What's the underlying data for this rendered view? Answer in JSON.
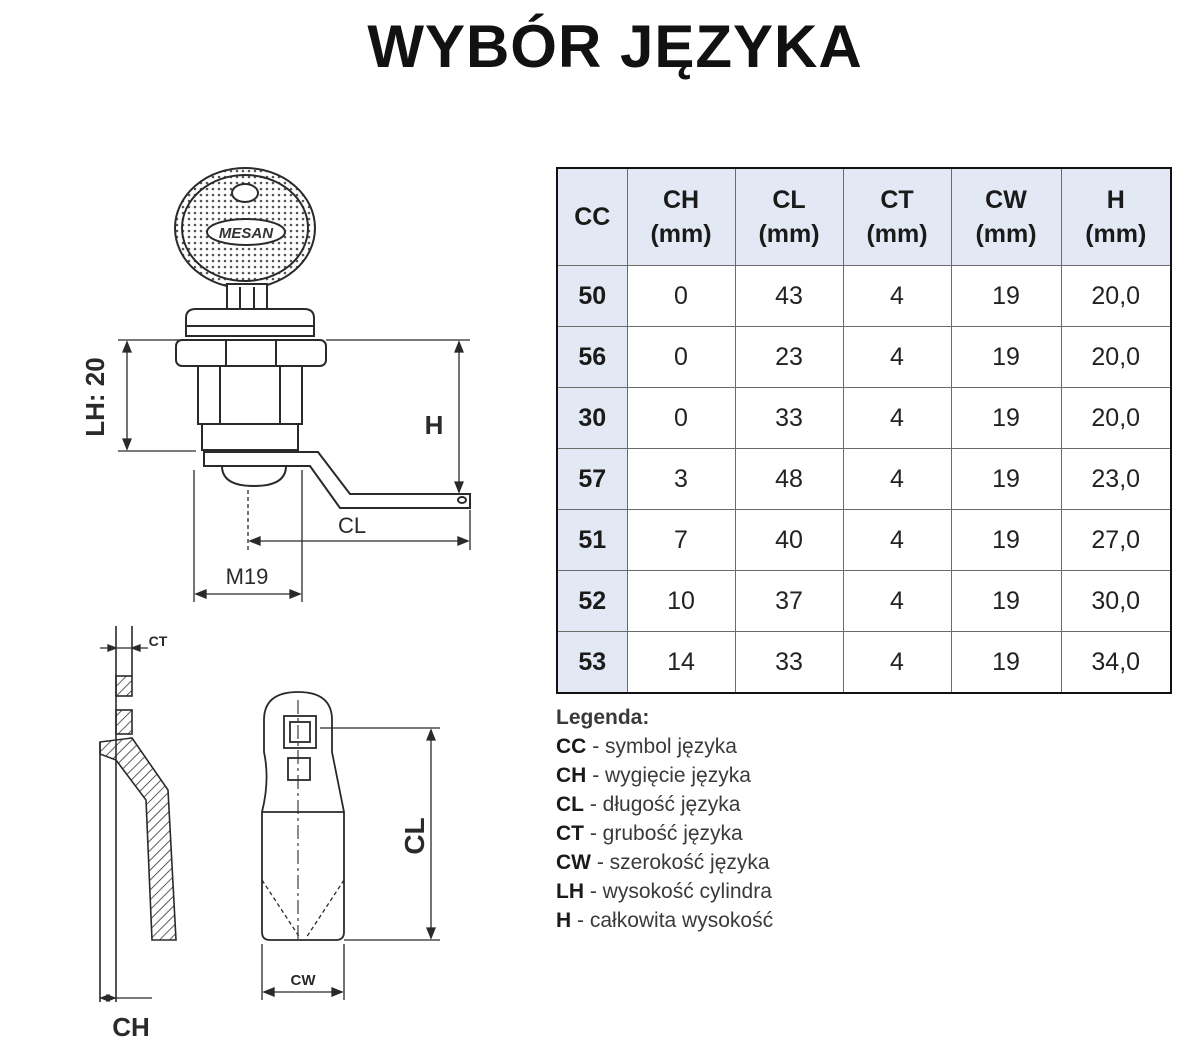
{
  "title": "WYBÓR JĘZYKA",
  "drawing_labels": {
    "brand": "MESAN",
    "lh": "LH: 20",
    "h": "H",
    "cl_top": "CL",
    "m19": "M19",
    "ct": "CT",
    "cl_side": "CL",
    "cw": "CW",
    "ch": "CH"
  },
  "table": {
    "headers": [
      {
        "code": "CC",
        "unit": ""
      },
      {
        "code": "CH",
        "unit": "(mm)"
      },
      {
        "code": "CL",
        "unit": "(mm)"
      },
      {
        "code": "CT",
        "unit": "(mm)"
      },
      {
        "code": "CW",
        "unit": "(mm)"
      },
      {
        "code": "H",
        "unit": "(mm)"
      }
    ],
    "rows": [
      [
        "50",
        "0",
        "43",
        "4",
        "19",
        "20,0"
      ],
      [
        "56",
        "0",
        "23",
        "4",
        "19",
        "20,0"
      ],
      [
        "30",
        "0",
        "33",
        "4",
        "19",
        "20,0"
      ],
      [
        "57",
        "3",
        "48",
        "4",
        "19",
        "23,0"
      ],
      [
        "51",
        "7",
        "40",
        "4",
        "19",
        "27,0"
      ],
      [
        "52",
        "10",
        "37",
        "4",
        "19",
        "30,0"
      ],
      [
        "53",
        "14",
        "33",
        "4",
        "19",
        "34,0"
      ]
    ]
  },
  "legend": {
    "heading": "Legenda:",
    "items": [
      {
        "code": "CC",
        "text": "- symbol języka"
      },
      {
        "code": "CH",
        "text": "- wygięcie języka"
      },
      {
        "code": "CL",
        "text": "- długość języka"
      },
      {
        "code": "CT",
        "text": "- grubość języka"
      },
      {
        "code": "CW",
        "text": "- szerokość języka"
      },
      {
        "code": "LH",
        "text": "- wysokość cylindra"
      },
      {
        "code": "H",
        "text": "- całkowita wysokość"
      }
    ]
  },
  "colors": {
    "line": "#2a2a2a",
    "header_fill": "#e3e9f4",
    "metal": "#d9d9d9"
  }
}
